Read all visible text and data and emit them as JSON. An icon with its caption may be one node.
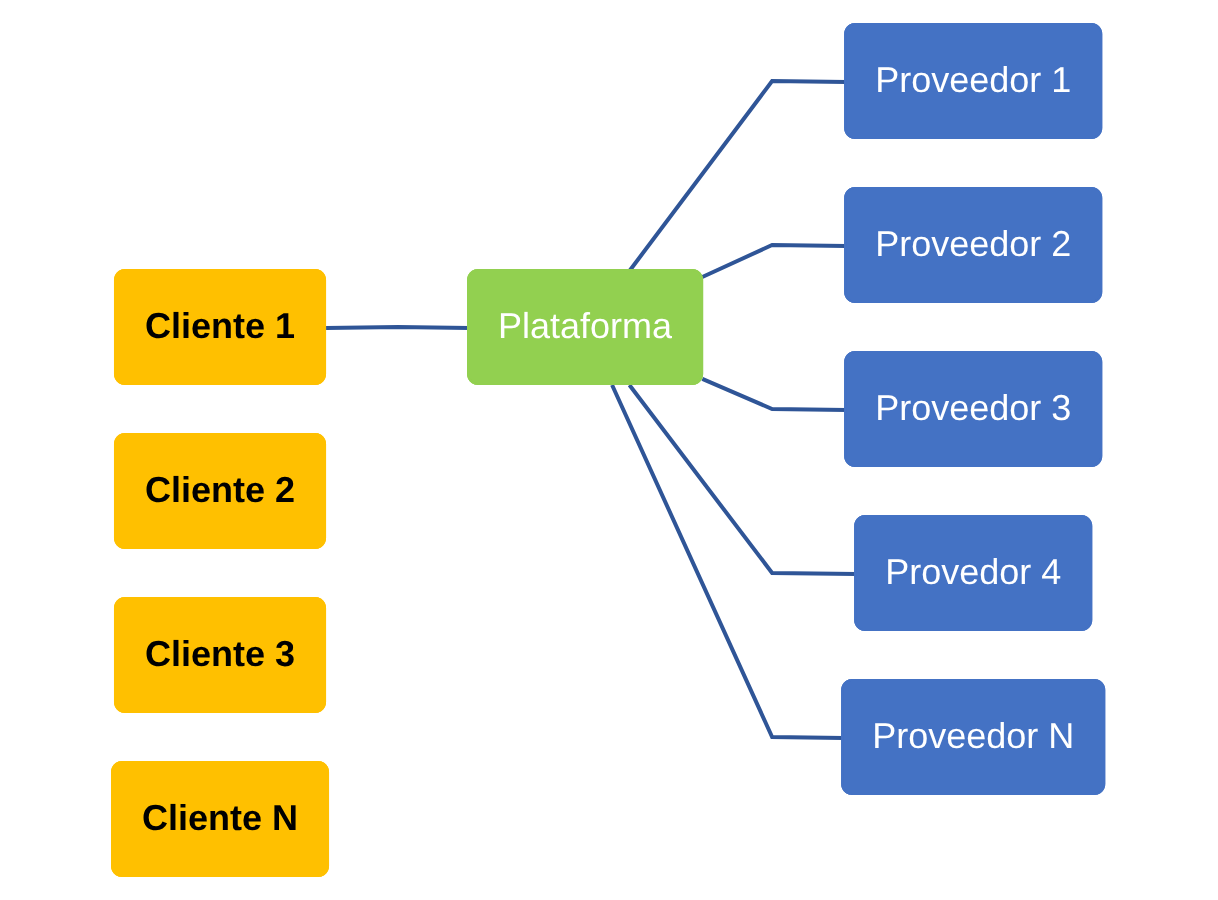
{
  "diagram": {
    "nodes": [
      {
        "text": [
          "Cliente 1"
        ]
      },
      {
        "text": [
          "Cliente 2"
        ]
      },
      {
        "text": [
          "Cliente 3"
        ]
      },
      {
        "text": [
          "Cliente N"
        ]
      },
      {
        "text": [
          "Plataforma"
        ]
      },
      {
        "text": [
          "Proveedor 1"
        ]
      },
      {
        "text": [
          "Proveedor 2"
        ]
      },
      {
        "text": [
          "Proveedor 3"
        ]
      },
      {
        "text": [
          "Provedor 4"
        ]
      },
      {
        "text": [
          "Proveedor N"
        ]
      }
    ],
    "edges": [
      {
        "from": 0,
        "to": 4,
        "arrow": "none"
      },
      {
        "from": 4,
        "to": 5,
        "arrow": "none"
      },
      {
        "from": 4,
        "to": 6,
        "arrow": "none"
      },
      {
        "from": 4,
        "to": 7,
        "arrow": "none"
      },
      {
        "from": 4,
        "to": 8,
        "arrow": "none"
      },
      {
        "from": 4,
        "to": 9,
        "arrow": "none"
      }
    ]
  }
}
